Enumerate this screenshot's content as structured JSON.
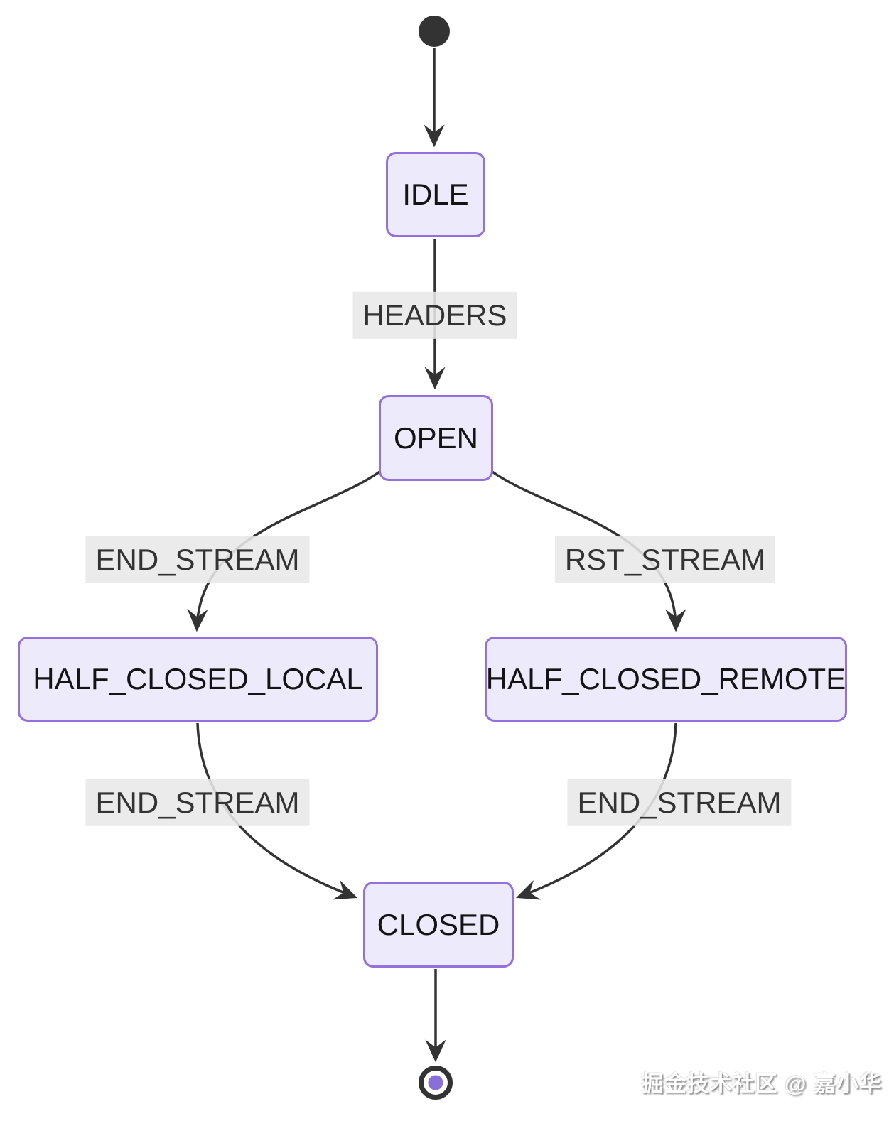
{
  "nodes": [
    {
      "id": "IDLE",
      "label": "IDLE"
    },
    {
      "id": "OPEN",
      "label": "OPEN"
    },
    {
      "id": "HALF_CLOSED_LOCAL",
      "label": "HALF_CLOSED_LOCAL"
    },
    {
      "id": "HALF_CLOSED_REMOTE",
      "label": "HALF_CLOSED_REMOTE"
    },
    {
      "id": "CLOSED",
      "label": "CLOSED"
    }
  ],
  "transitions": [
    {
      "from": "start",
      "to": "IDLE",
      "label": ""
    },
    {
      "from": "IDLE",
      "to": "OPEN",
      "label": "HEADERS"
    },
    {
      "from": "OPEN",
      "to": "HALF_CLOSED_LOCAL",
      "label": "END_STREAM"
    },
    {
      "from": "OPEN",
      "to": "HALF_CLOSED_REMOTE",
      "label": "RST_STREAM"
    },
    {
      "from": "HALF_CLOSED_LOCAL",
      "to": "CLOSED",
      "label": "END_STREAM"
    },
    {
      "from": "HALF_CLOSED_REMOTE",
      "to": "CLOSED",
      "label": "END_STREAM"
    },
    {
      "from": "CLOSED",
      "to": "end",
      "label": ""
    }
  ],
  "watermark": {
    "text": "掘金技术社区 @ 嘉小华"
  },
  "colors": {
    "state_fill": "#ECEAFB",
    "state_border": "#9370DB",
    "state_text": "#141414",
    "edge_stroke": "#333333",
    "edge_label_bg": "#E8E8E8",
    "edge_label_text": "#333333",
    "start_dot": "#333333",
    "final_ring": "#333333",
    "final_dot": "#8B6FD8"
  }
}
